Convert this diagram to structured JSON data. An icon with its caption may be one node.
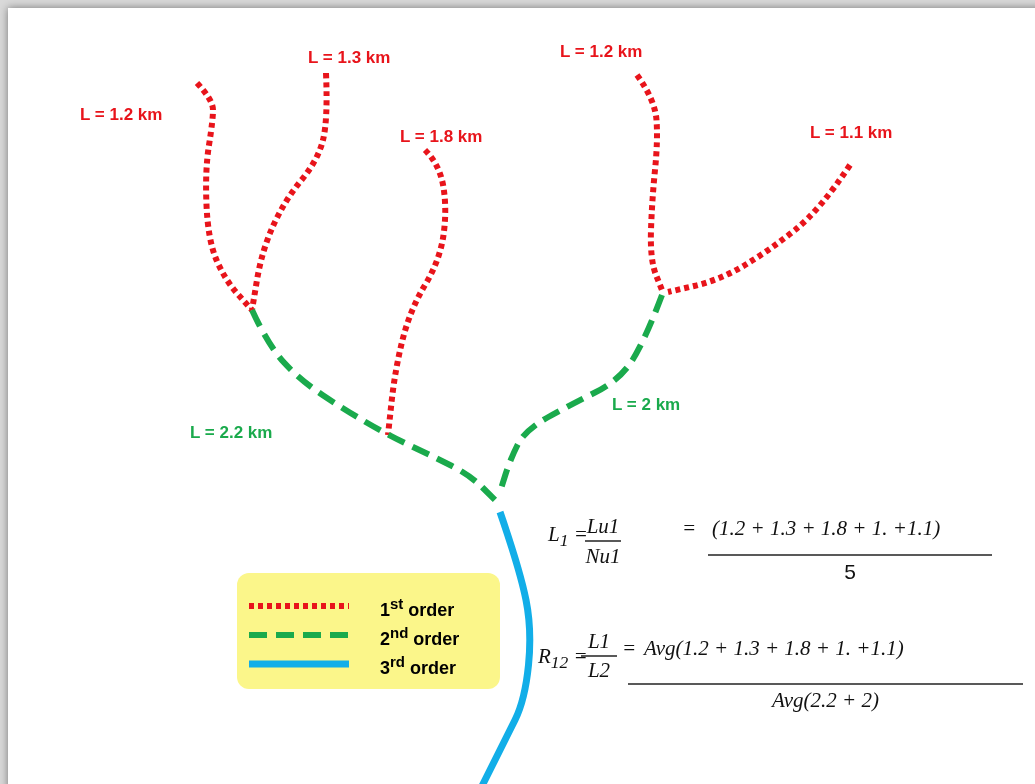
{
  "diagram": {
    "labels": [
      "L = 1.2 km",
      "L = 1.3 km",
      "L = 1.8 km",
      "L = 1.2 km",
      "L = 1.1 km",
      "L = 2 km",
      "L = 2.2 km",
      "L$_{1}$ =",
      "Lu1",
      "Nu1",
      "=",
      "(1.2 + 1.3 + 1.8 + 1. +1.1)",
      "5",
      "R$_{12}$ =",
      "L1",
      "L2",
      "=",
      "Avg(1.2 + 1.3 + 1.8 + 1. +1.1)",
      "Avg(2.2 + 2)"
    ],
    "legend": [
      {
        "text": "1$^{st}$ order"
      },
      {
        "text": "2$^{nd}$ order"
      },
      {
        "text": "3$^{rd}$ order"
      }
    ]
  }
}
